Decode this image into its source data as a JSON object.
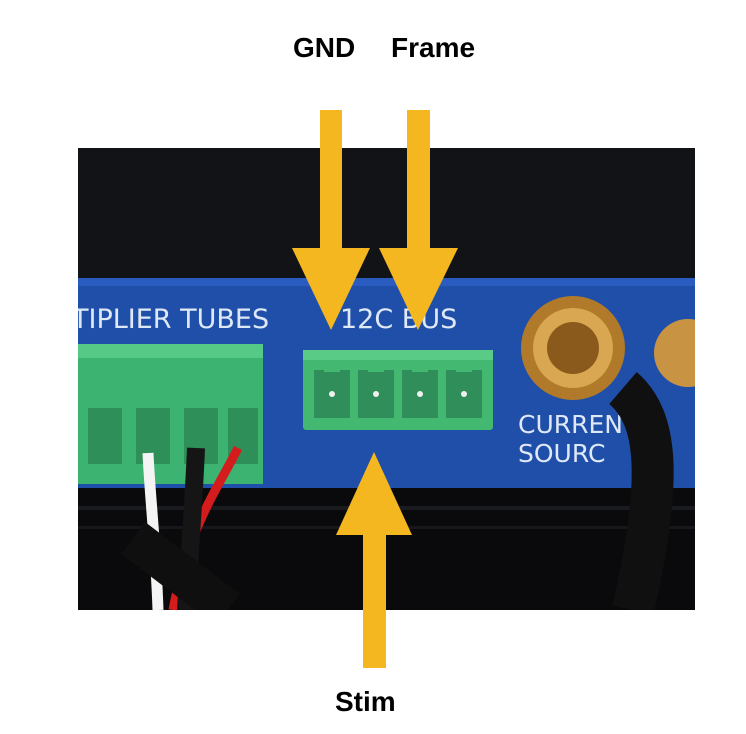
{
  "labels": {
    "gnd": "GND",
    "frame": "Frame",
    "stim": "Stim"
  },
  "panel": {
    "left_text": "TIPLIER TUBES",
    "center_text": "12C BUS",
    "right_text_line1": "CURREN",
    "right_text_line2": "SOURC"
  },
  "colors": {
    "arrow": "#f5b71f",
    "panel_blue": "#1f4fa8",
    "connector_green": "#3cb371",
    "photo_background": "#0b0c0e"
  }
}
